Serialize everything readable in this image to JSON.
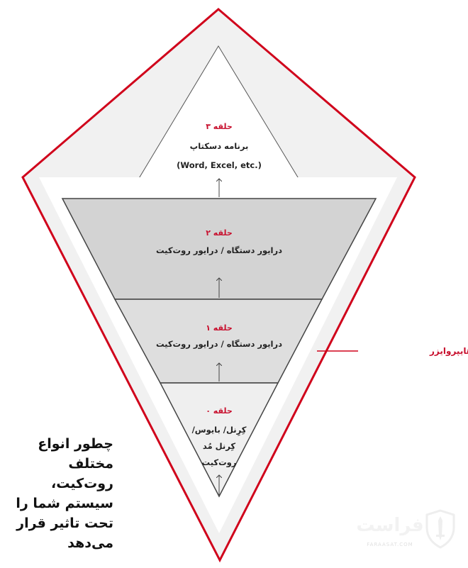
{
  "rings": {
    "ring3": {
      "title": "حلقه ۳",
      "line1": "برنامه دسکتاپ",
      "line2": "(Word, Excel, etc.)"
    },
    "ring2": {
      "title": "حلقه ۲",
      "line1": "درایور دستگاه / درایور روت‌کیت"
    },
    "ring1": {
      "title": "حلقه ۱",
      "line1": "درایور دستگاه / درایور روت‌کیت"
    },
    "ring0": {
      "title": "حلقه ۰",
      "line1": "کِرِنل/ بایوس/",
      "line2": "کِرنل مُد",
      "line3": "روت‌کیت"
    }
  },
  "hypervisor_label": "روت‌کیت هایپروایزر",
  "caption": {
    "line1": "چطور انواع مختلف",
    "line2": "روت‌کیت، سیستم شما را",
    "line3": "تحت تاثیر قرار می‌دهد"
  },
  "logo": {
    "name": "فراست",
    "url_text": "FARAASAT.COM",
    "icon": "shield-sword-icon"
  },
  "colors": {
    "accent_red": "#d0021b",
    "ring2_fill": "#d3d3d3",
    "ring1_fill": "#dedede",
    "ring0_fill": "#efefef",
    "band_fill": "#f1f1f1"
  }
}
